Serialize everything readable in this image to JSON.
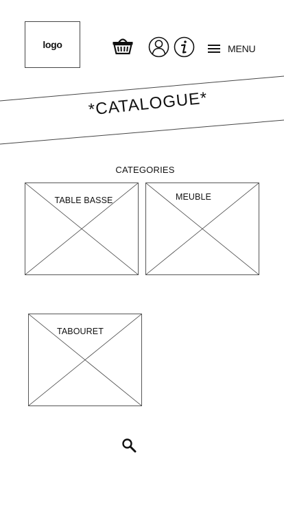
{
  "header": {
    "logo_text": "logo",
    "icons": [
      "basket-icon",
      "user-icon",
      "info-icon",
      "menu-icon"
    ],
    "menu_label": "MENU"
  },
  "banner": {
    "title": "*CATALOGUE*"
  },
  "categories": {
    "heading": "CATEGORIES",
    "items": [
      {
        "label": "TABLE BASSE"
      },
      {
        "label": "MEUBLE"
      },
      {
        "label": "TABOURET"
      }
    ]
  },
  "footer": {
    "search_icon": "search-icon"
  }
}
